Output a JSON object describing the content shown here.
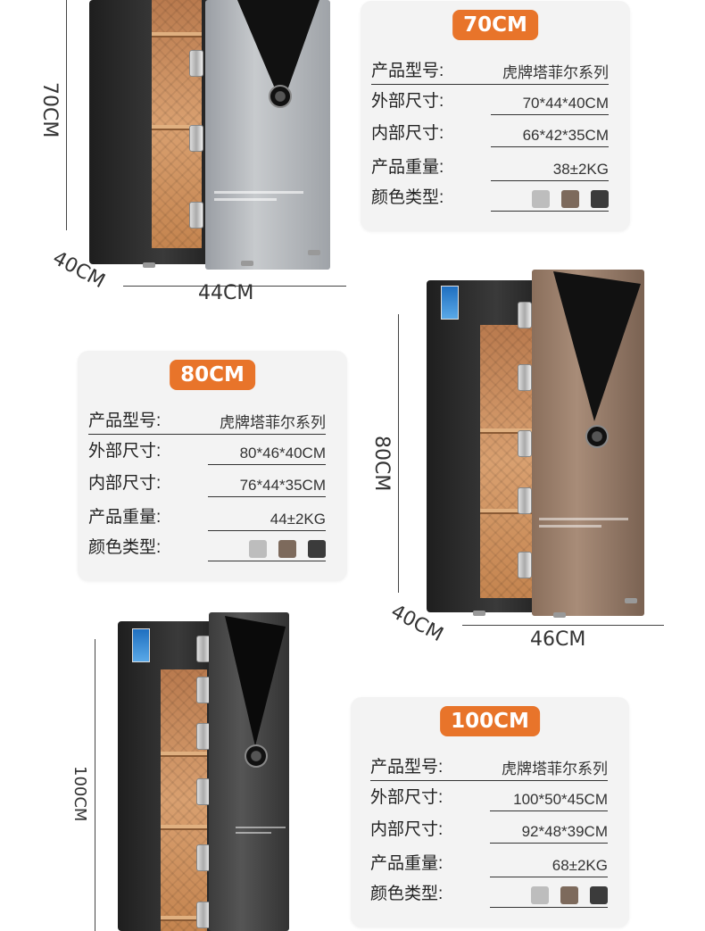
{
  "colors": {
    "accent": "#e8742a",
    "swatch_silver": "#bdbdbd",
    "swatch_bronze": "#7d6a5c",
    "swatch_dark": "#3b3b3b"
  },
  "specs": [
    {
      "size_badge": "70CM",
      "model_label": "产品型号:",
      "model_value": "虎牌塔菲尔系列",
      "outer_label": "外部尺寸:",
      "outer_value": "70*44*40CM",
      "inner_label": "内部尺寸:",
      "inner_value": "66*42*35CM",
      "weight_label": "产品重量:",
      "weight_value": "38±2KG",
      "color_label": "颜色类型:"
    },
    {
      "size_badge": "80CM",
      "model_label": "产品型号:",
      "model_value": "虎牌塔菲尔系列",
      "outer_label": "外部尺寸:",
      "outer_value": "80*46*40CM",
      "inner_label": "内部尺寸:",
      "inner_value": "76*44*35CM",
      "weight_label": "产品重量:",
      "weight_value": "44±2KG",
      "color_label": "颜色类型:"
    },
    {
      "size_badge": "100CM",
      "model_label": "产品型号:",
      "model_value": "虎牌塔菲尔系列",
      "outer_label": "外部尺寸:",
      "outer_value": "100*50*45CM",
      "inner_label": "内部尺寸:",
      "inner_value": "92*48*39CM",
      "weight_label": "产品重量:",
      "weight_value": "68±2KG",
      "color_label": "颜色类型:"
    }
  ],
  "dimensions": {
    "safe1_height": "70CM",
    "safe1_depth": "40CM",
    "safe1_width": "44CM",
    "safe2_height": "80CM",
    "safe2_depth": "40CM",
    "safe2_width": "46CM",
    "safe3_height": "100CM"
  }
}
